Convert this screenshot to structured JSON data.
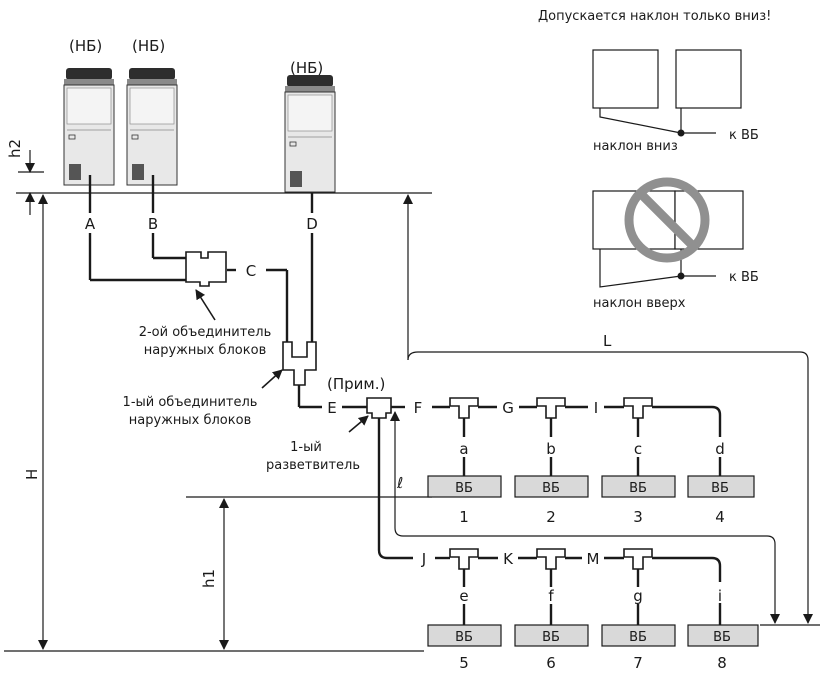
{
  "note_title": "Допускается наклон только вниз!",
  "outdoor_label": "(НБ)",
  "indoor_label": "ВБ",
  "note_down": "наклон вниз",
  "note_up": "наклон вверх",
  "to_indoor": "к ВБ",
  "joiner2": [
    "2-ой объединитель",
    "наружных блоков"
  ],
  "joiner1": [
    "1-ый объединитель",
    "наружных блоков"
  ],
  "branch1": [
    "1-ый",
    "разветвитель"
  ],
  "note_ref": "(Прим.)",
  "dims": {
    "H": "H",
    "h1": "h1",
    "h2": "h2",
    "L": "L",
    "l": "ℓ"
  },
  "pipe_letters": {
    "A": "A",
    "B": "B",
    "C": "C",
    "D": "D",
    "E": "E",
    "F": "F",
    "G": "G",
    "I": "I",
    "J": "J",
    "K": "K",
    "M": "M"
  },
  "branch_letters": [
    "a",
    "b",
    "c",
    "d",
    "e",
    "f",
    "g",
    "i"
  ],
  "unit_numbers": [
    "1",
    "2",
    "3",
    "4",
    "5",
    "6",
    "7",
    "8"
  ]
}
